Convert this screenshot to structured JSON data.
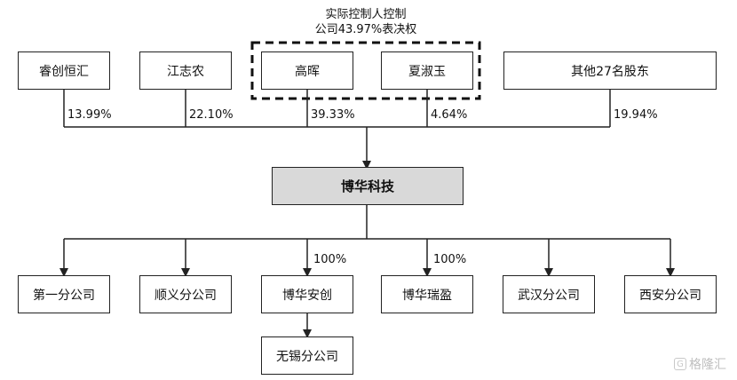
{
  "control_group": {
    "line1": "实际控制人控制",
    "line2": "公司43.97%表决权"
  },
  "shareholders": [
    {
      "name": "睿创恒汇",
      "pct": "13.99%"
    },
    {
      "name": "江志农",
      "pct": "22.10%"
    },
    {
      "name": "高晖",
      "pct": "39.33%"
    },
    {
      "name": "夏淑玉",
      "pct": "4.64%"
    },
    {
      "name": "其他27名股东",
      "pct": "19.94%"
    }
  ],
  "company": {
    "name": "博华科技"
  },
  "subsidiaries": [
    {
      "name": "第一分公司",
      "pct": ""
    },
    {
      "name": "顺义分公司",
      "pct": ""
    },
    {
      "name": "博华安创",
      "pct": "100%"
    },
    {
      "name": "博华瑞盈",
      "pct": "100%"
    },
    {
      "name": "武汉分公司",
      "pct": ""
    },
    {
      "name": "西安分公司",
      "pct": ""
    }
  ],
  "sub_branch": {
    "name": "无锡分公司"
  },
  "watermark": {
    "text": "格隆汇",
    "icon": "gelonghui-logo-icon"
  },
  "colors": {
    "line": "#222222",
    "center_fill": "#d9d9d9"
  }
}
